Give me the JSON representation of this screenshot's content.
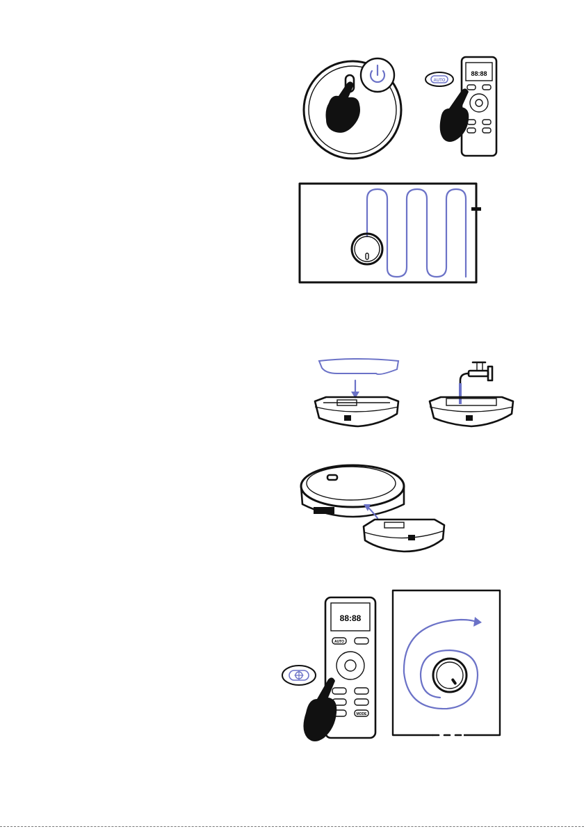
{
  "colors": {
    "ink": "#111111",
    "accent": "#6b72c7",
    "background": "#ffffff"
  },
  "icons": [
    "power-icon",
    "hand-icon",
    "remote-control-icon",
    "robot-vacuum-icon",
    "water-tank-icon",
    "mop-cloth-icon",
    "faucet-icon",
    "spot-clean-icon"
  ],
  "steps": {
    "start": {
      "remote_auto_button_label": "AUTO",
      "display_digits": "88:88"
    },
    "path": {},
    "fill_tank": {},
    "install_tank": {},
    "spot_clean": {
      "display_digits": "88:88",
      "remote_button_labels": [
        "AUTO",
        "MODE"
      ]
    }
  }
}
